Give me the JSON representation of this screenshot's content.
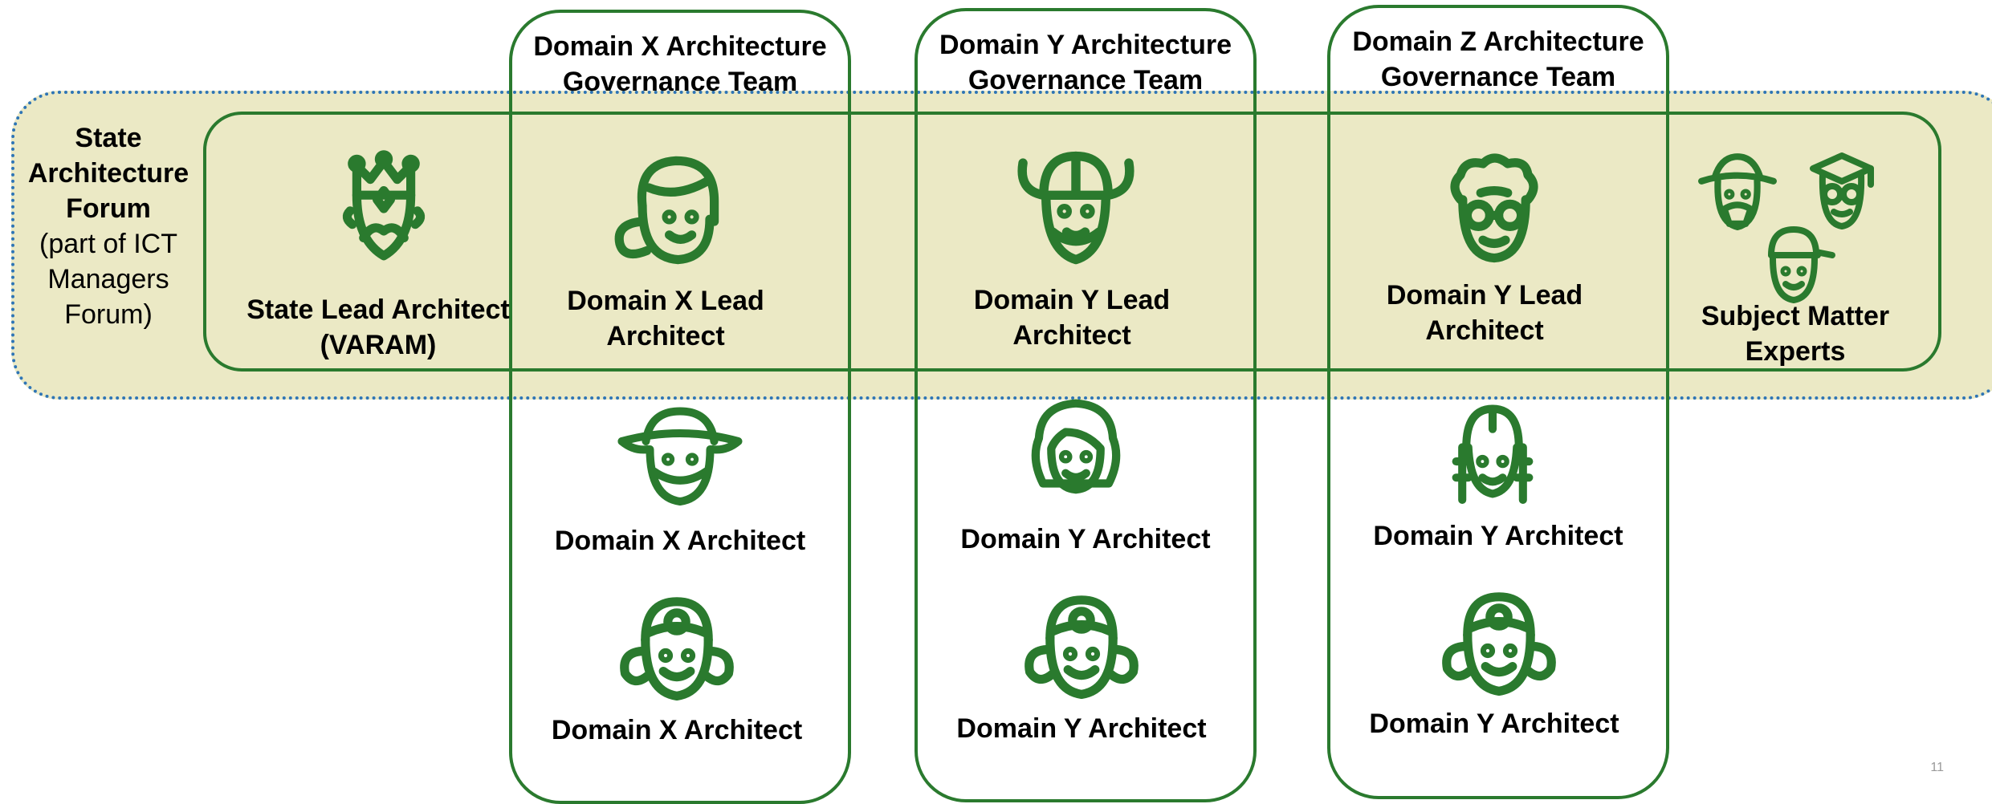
{
  "forum": {
    "title_lines": [
      "State",
      "Architecture",
      "Forum"
    ],
    "subtitle_lines": [
      "(part of ICT",
      "Managers",
      "Forum)"
    ]
  },
  "teams": [
    {
      "title_lines": [
        "Domain X Architecture",
        "Governance Team"
      ]
    },
    {
      "title_lines": [
        "Domain Y Architecture",
        "Governance Team"
      ]
    },
    {
      "title_lines": [
        "Domain Z Architecture",
        "Governance Team"
      ]
    }
  ],
  "roles": {
    "state_lead": [
      "State Lead Architect",
      "(VARAM)"
    ],
    "domain_x_lead": [
      "Domain X Lead",
      "Architect"
    ],
    "domain_y_lead": [
      "Domain Y Lead",
      "Architect"
    ],
    "domain_z_lead": [
      "Domain Y Lead",
      "Architect"
    ],
    "sme": [
      "Subject Matter",
      "Experts"
    ],
    "domain_x_arch_1": "Domain X Architect",
    "domain_x_arch_2": "Domain X Architect",
    "domain_y_arch_1": "Domain Y Architect",
    "domain_y_arch_2": "Domain Y Architect",
    "domain_z_arch_1": "Domain Y Architect",
    "domain_z_arch_2": "Domain Y Architect"
  },
  "icons": {
    "state_lead": "king-icon",
    "domain_x_lead": "woman-icon",
    "domain_y_lead": "viking-icon",
    "domain_z_lead": "grandmother-icon",
    "sme": [
      "cowboy-elder-icon",
      "graduate-icon",
      "cap-person-icon"
    ],
    "architects": [
      "cowboy-icon",
      "flower-girl-icon",
      "curly-woman-icon",
      "braided-girl-icon"
    ]
  },
  "colors": {
    "accent": "#2a7a2e",
    "forum_fill": "#ebe9c5",
    "forum_border": "#2e75b6"
  },
  "page_number": "11"
}
